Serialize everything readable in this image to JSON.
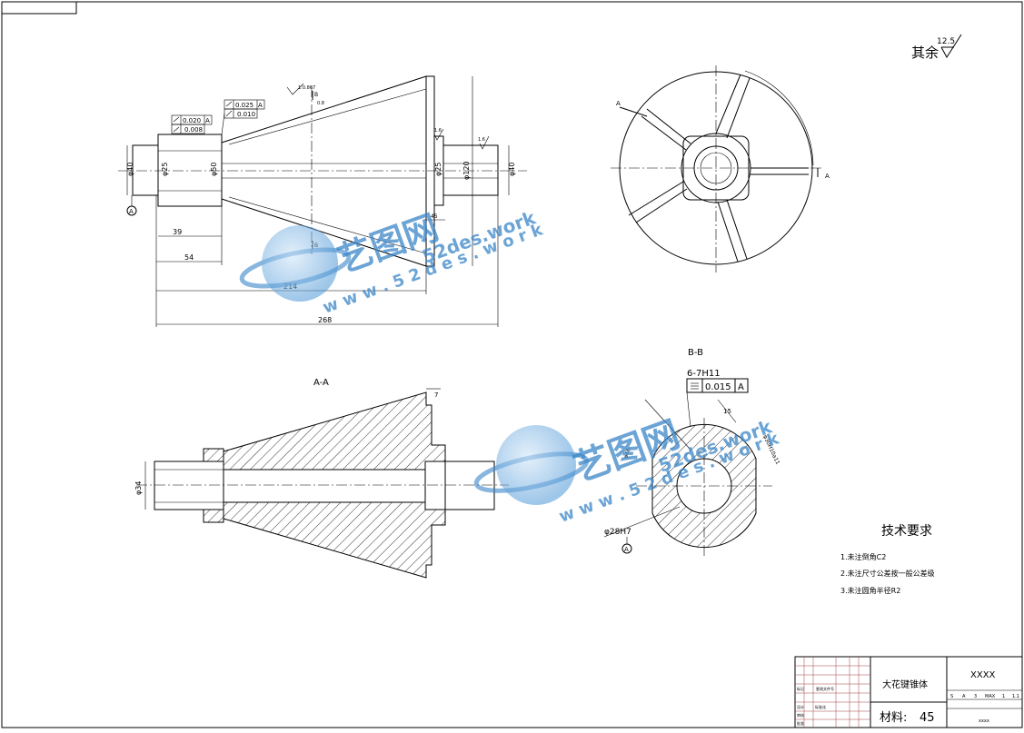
{
  "drawing": {
    "surface_finish_note": {
      "prefix": "其余",
      "value": "12.5"
    },
    "section_labels": {
      "aa": "A-A",
      "bb": "B-B",
      "cut_a": "A",
      "cut_b": "B"
    },
    "datum_label": "A",
    "front_view": {
      "dims": {
        "d1": "φ40",
        "d2": "φ25",
        "d3": "φ50",
        "d4": "φ25",
        "d5": "φ120",
        "d6": "φ40",
        "len1": "39",
        "len2": "54",
        "len3": "214",
        "len4": "268",
        "small1": "45"
      },
      "tolerances": {
        "tol_a": {
          "value": "0.020",
          "datum": "A"
        },
        "tol_b": {
          "value": "0.008"
        },
        "tol_c": {
          "value": "0.025",
          "datum": "A"
        },
        "tol_d": {
          "value": "0.010"
        }
      },
      "roughness_marks": {
        "r1": "1.6",
        "r2": "0.8",
        "r3": "1.6",
        "r4": "1.6",
        "slope": "1:0.867"
      }
    },
    "section_view": {
      "dim_dia": "φ34",
      "dim_small": "7"
    },
    "detail_view": {
      "spline_callout": "6-7H11",
      "tol_value": "0.015",
      "tol_datum": "A",
      "bore": "φ28H7",
      "dims": {
        "d15": "15",
        "d30": "φ30H10a11",
        "d46": "φ46"
      }
    },
    "tech_requirements": {
      "title": "技术要求",
      "items": [
        "1.未注倒角C2",
        "2.未注尺寸公差按一般公差级",
        "3.未注圆角半径R2"
      ]
    },
    "title_block": {
      "part_name": "大花键锥体",
      "code": "XXXX",
      "material_label": "材料:",
      "material": "45",
      "scale_cells": [
        "S",
        "A",
        "3",
        "MAX",
        "1",
        "1.1"
      ],
      "footer": "xxxx",
      "left_labels": [
        "标记",
        "处数",
        "分区",
        "更改文件号",
        "签名",
        "年月日",
        "设计",
        "标准化",
        "审核",
        "工艺",
        "批准"
      ]
    },
    "watermark": {
      "brand": "艺图网",
      "url": "52des.work",
      "url_full": "w w w . 5 2 d e s . w o r k"
    }
  }
}
